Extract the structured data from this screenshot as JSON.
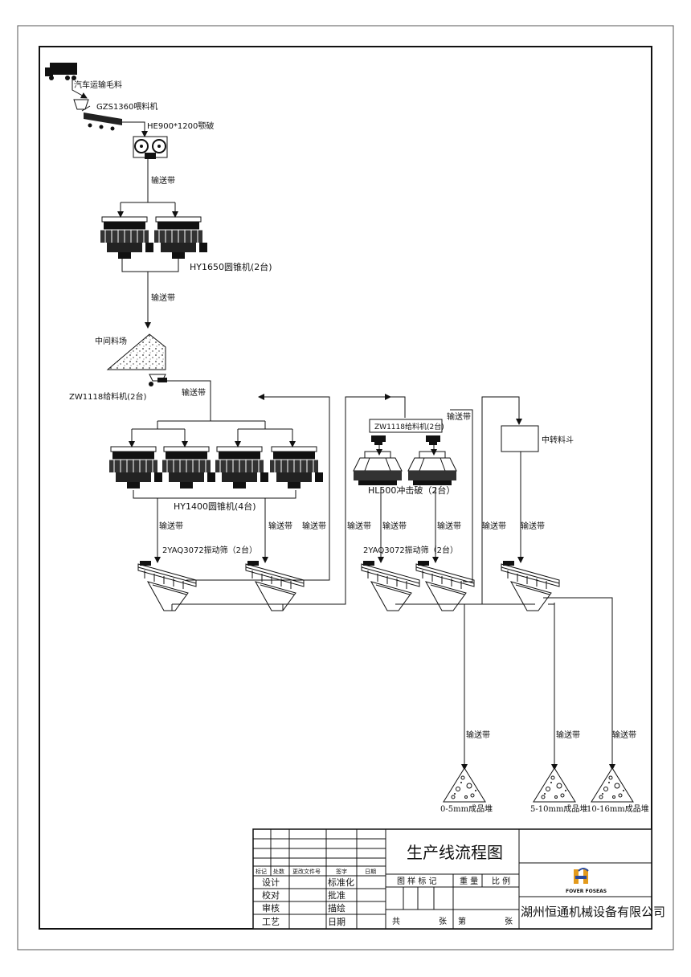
{
  "flow": {
    "truck_label": "汽车运输毛料",
    "feeder1_label": "GZS1360喂料机",
    "jaw_label": "HE900*1200颚破",
    "conveyor": "输送带",
    "cone1_label": "HY1650圆锥机(2台)",
    "stockpile_label": "中间料场",
    "feeder2_label": "ZW1118给料机(2台)",
    "feeder3_label": "ZW1118给料机(2台)",
    "cone2_label": "HY1400圆锥机(4台)",
    "impact_label": "HL500冲击破（2台）",
    "transfer_hopper_label": "中转料斗",
    "screen1_label": "2YAQ3072振动筛（2台）",
    "screen2_label": "2YAQ3072振动筛（2台）",
    "product1_label": "0-5mm成品堆",
    "product2_label": "5-10mm成品堆",
    "product3_label": "10-16mm成品堆"
  },
  "title_block": {
    "title": "生产线流程图",
    "col_headers": [
      "标记",
      "处数",
      "更改文件号",
      "签字",
      "日期"
    ],
    "row_left": [
      "设计",
      "校对",
      "审核",
      "工艺"
    ],
    "row_mid": [
      "标准化",
      "批准",
      "描绘",
      "日期"
    ],
    "pattern_mark": "图 样 标 记",
    "weight": "重 量",
    "scale": "比 例",
    "total": "共",
    "sheets": "张",
    "sheet_no": "第",
    "sheet_unit": "张",
    "logo_text": "FOVER FOSEAS",
    "company": "湖州恒通机械设备有限公司"
  }
}
